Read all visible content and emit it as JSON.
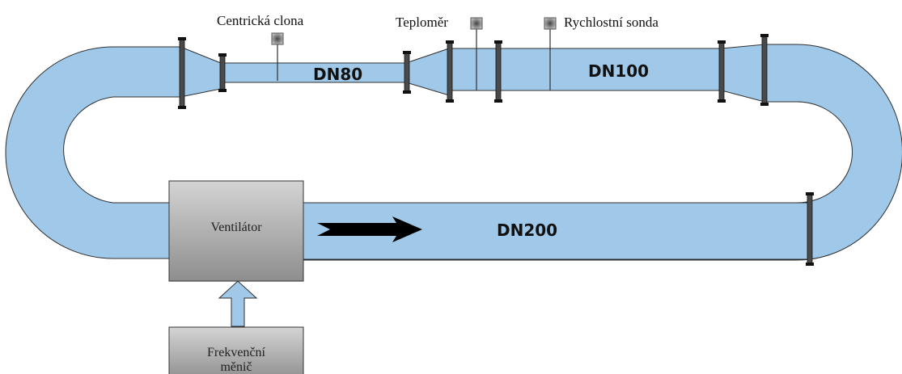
{
  "colors": {
    "pipe_fill": "#a0c8e8",
    "pipe_stroke": "#2f2f2f",
    "box_top": "#d4d4d4",
    "box_bottom": "#8e8e8e",
    "arrow": "#000000",
    "sensor": "#8a8a8a"
  },
  "labels": {
    "orifice": "Centrická clona",
    "thermometer": "Teploměr",
    "velocity_probe": "Rychlostní sonda",
    "dn80": "DN80",
    "dn100": "DN100",
    "dn200": "DN200",
    "fan": "Ventilátor",
    "vfd_line1": "Frekvenční",
    "vfd_line2": "měnič"
  },
  "icons": {
    "sensor": "square-sensor-icon",
    "flow_arrow": "flow-direction-arrow-icon",
    "feed_arrow": "feed-arrow-up-icon",
    "flange": "pipe-flange-icon"
  }
}
